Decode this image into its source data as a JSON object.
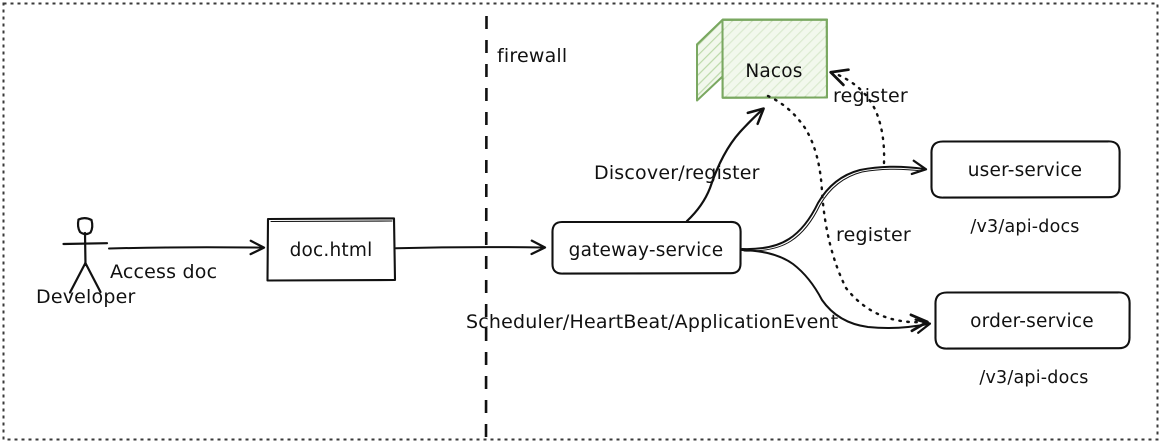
{
  "diagram": {
    "title": "Microservice API documentation aggregation architecture",
    "background_color": "#ffffff",
    "line_color": "#111111",
    "accent_color": "#7aa861",
    "accent_fill": "#eef5e8",
    "border_style": "dotted",
    "actors": [
      {
        "id": "developer",
        "label": "Developer",
        "icon": "stick-figure-icon"
      }
    ],
    "nodes": [
      {
        "id": "doc-html",
        "label": "doc.html",
        "shape": "rectangle"
      },
      {
        "id": "gateway-service",
        "label": "gateway-service",
        "shape": "rounded-rectangle"
      },
      {
        "id": "nacos",
        "label": "Nacos",
        "shape": "cube-3d",
        "fill": "#eef5e8",
        "stroke": "#7aa861"
      },
      {
        "id": "user-service",
        "label": "user-service",
        "shape": "rounded-rectangle",
        "sublabel": "/v3/api-docs"
      },
      {
        "id": "order-service",
        "label": "order-service",
        "shape": "rounded-rectangle",
        "sublabel": "/v3/api-docs"
      }
    ],
    "boundaries": [
      {
        "id": "firewall",
        "label": "firewall",
        "style": "dashed-vertical-line"
      }
    ],
    "edges": [
      {
        "id": "developer-to-doc",
        "from": "developer",
        "to": "doc-html",
        "label": "Access doc",
        "style": "solid",
        "arrow": "end"
      },
      {
        "id": "doc-to-gateway",
        "from": "doc-html",
        "to": "gateway-service",
        "label": "",
        "style": "solid",
        "arrow": "end"
      },
      {
        "id": "gateway-to-nacos",
        "from": "gateway-service",
        "to": "nacos",
        "label": "Discover/register",
        "style": "solid",
        "arrow": "end"
      },
      {
        "id": "gateway-to-user",
        "from": "gateway-service",
        "to": "user-service",
        "label": "",
        "style": "solid",
        "arrow": "end"
      },
      {
        "id": "gateway-to-order",
        "from": "gateway-service",
        "to": "order-service",
        "label": "",
        "style": "solid",
        "arrow": "end"
      },
      {
        "id": "user-to-nacos",
        "from": "user-service",
        "to": "nacos",
        "label": "register",
        "style": "dotted",
        "arrow": "end"
      },
      {
        "id": "nacos-to-order",
        "from": "nacos",
        "to": "order-service",
        "label": "register",
        "style": "dotted",
        "arrow": "end"
      }
    ],
    "annotations": [
      {
        "id": "gateway-mechanism",
        "text": "Scheduler/HeartBeat/ApplicationEvent"
      }
    ]
  },
  "labels": {
    "developer": "Developer",
    "access_doc": "Access doc",
    "doc_html": "doc.html",
    "firewall": "firewall",
    "gateway_service": "gateway-service",
    "discover_register": "Discover/register",
    "nacos": "Nacos",
    "register_top": "register",
    "register_mid": "register",
    "user_service": "user-service",
    "user_service_docs": "/v3/api-docs",
    "order_service": "order-service",
    "order_service_docs": "/v3/api-docs",
    "scheduler_note": "Scheduler/HeartBeat/ApplicationEvent"
  }
}
